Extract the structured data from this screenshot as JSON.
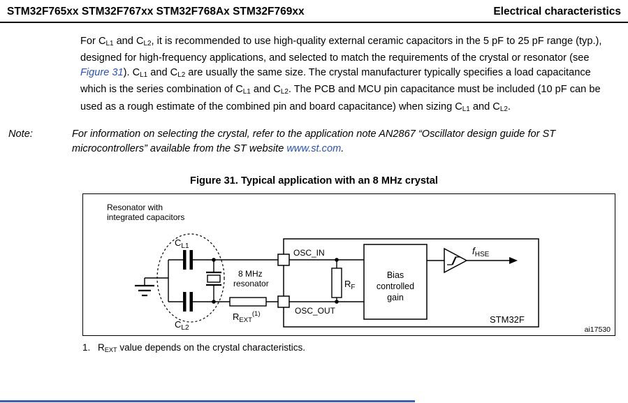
{
  "header": {
    "left": "STM32F765xx STM32F767xx STM32F768Ax STM32F769xx",
    "right": "Electrical characteristics"
  },
  "para": {
    "s1": "For C",
    "sub1": "L1",
    "s2": " and C",
    "sub2": "L2",
    "s3": ", it is recommended to use high-quality external ceramic capacitors in the 5 pF to 25 pF range (typ.), designed for high-frequency applications, and selected to match the requirements of the crystal or resonator (see ",
    "link": "Figure 31",
    "s4": "). C",
    "sub3": "L1",
    "s5": " and C",
    "sub4": "L2",
    "s6": " are usually the same size. The crystal manufacturer typically specifies a load capacitance which is the series combination of C",
    "sub5": "L1",
    "s7": " and C",
    "sub6": "L2",
    "s8": ". The PCB and MCU pin capacitance must be included (10 pF can be used as a rough estimate of the combined pin and board capacitance) when sizing C",
    "sub7": "L1",
    "s9": " and C",
    "sub8": "L2",
    "s10": "."
  },
  "note": {
    "label": "Note:",
    "s1": "For information on selecting the crystal, refer to the application note AN2867 “Oscillator design guide for ST microcontrollers” available from the ST website ",
    "link": "www.st.com",
    "s2": "."
  },
  "figure": {
    "title": "Figure 31. Typical application with an 8 MHz crystal",
    "resonator_label_1": "Resonator with",
    "resonator_label_2": "integrated capacitors",
    "cl1_c": "C",
    "cl1_sub": "L1",
    "cl2_c": "C",
    "cl2_sub": "L2",
    "mhz_1": "8 MHz",
    "mhz_2": "resonator",
    "rext_r": "R",
    "rext_sub": "EXT",
    "rext_sup": "(1)",
    "osc_in": "OSC_IN",
    "osc_out": "OSC_OUT",
    "rf_r": "R",
    "rf_sub": "F",
    "bias_1": "Bias",
    "bias_2": "controlled",
    "bias_3": "gain",
    "fhse_f": "f",
    "fhse_sub": "HSE",
    "chip": "STM32F",
    "fig_id": "ai17530"
  },
  "footnote": {
    "num": "1.",
    "s1": "R",
    "sub": "EXT",
    "s2": " value depends on the crystal characteristics."
  },
  "colors": {
    "link_blue": "#2a52be",
    "footer_blue": "#3b5bc5"
  }
}
